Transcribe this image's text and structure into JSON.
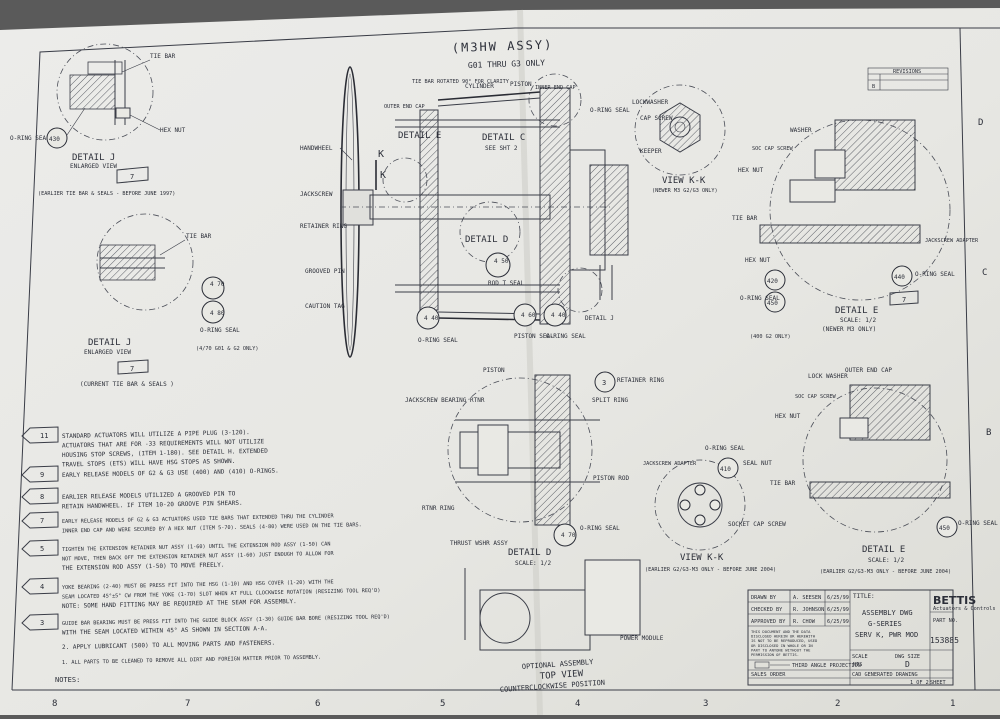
{
  "title": {
    "main": "(M3HW ASSY)",
    "sub": "G01 THRU G3 ONLY"
  },
  "revisions_header": "REVISIONS",
  "labels": {
    "tie_bar_top": "TIE BAR",
    "tie_bar_rotated": "TIE BAR ROTATED 90° FOR CLARITY",
    "cylinder": "CYLINDER",
    "piston": "PISTON",
    "inner_end_cap": "INNER END CAP",
    "outer_end_cap": "OUTER END CAP",
    "detail_e_main": "DETAIL E",
    "detail_c": "DETAIL C",
    "see_sht2": "SEE SHT 2",
    "handwheel": "HANDWHEEL",
    "jackscrew": "JACKSCREW",
    "retainer_ring": "RETAINER RING",
    "grooved_pin": "GROOVED PIN",
    "caution_tag": "CAUTION TAG",
    "detail_d_main": "DETAIL D",
    "rod_t_seal": "ROD T SEAL",
    "oring_seal": "O-RING SEAL",
    "piston_seal": "PISTON SEAL",
    "detail_j_right": "DETAIL J",
    "hex_nut": "HEX NUT",
    "k_mark": "K",
    "dj_enlarged_a": "DETAIL J",
    "dj_enlarged_a_sub": "ENLARGED VIEW",
    "dj_a_note": "(EARLIER TIE BAR & SEALS - BEFORE JUNE 1997)",
    "tie_bar_2": "TIE BAR",
    "dj_b": "DETAIL J",
    "dj_b_sub": "ENLARGED VIEW",
    "dj_b_note": "(CURRENT TIE BAR & SEALS )",
    "dj_b_oring": "O-RING SEAL",
    "dj_b_oring_sub": "(4/70 G01 & G2 ONLY)",
    "vk_lockwasher": "LOCKWASHER",
    "vk_cap_screw": "CAP SCREW",
    "vk_keeper": "KEEPER",
    "vk_title": "VIEW K-K",
    "vk_note": "(NEWER M3 G2/G3 ONLY)",
    "de_washer": "WASHER",
    "de_soc_cap": "SOC CAP SCREW",
    "de_hex_nut": "HEX NUT",
    "de_tie_bar": "TIE BAR",
    "de_jackscrew_adapter": "JACKSCREW ADAPTER",
    "de_hex_nut2": "HEX NUT",
    "de_oring": "O-RING SEAL",
    "de_oring_r": "O-RING SEAL",
    "de_title": "DETAIL E",
    "de_scale": "SCALE: 1/2",
    "de_note": "(NEWER M3 ONLY)",
    "de_g2_only": "(400 G2 ONLY)",
    "dd_piston": "PISTON",
    "dd_retainer_ring": "RETAINER RING",
    "dd_split_ring": "SPLIT RING",
    "dd_jackscrew_bearing": "JACKSCREW BEARING RTNR",
    "dd_piston_rod": "PISTON ROD",
    "dd_rtnr_ring": "RTNR RING",
    "dd_thrust": "THRUST WSHR ASSY",
    "dd_oring": "O-RING SEAL",
    "dd_title": "DETAIL D",
    "dd_scale": "SCALE: 1/2",
    "vk2_oring": "O-RING SEAL",
    "vk2_jackscrew_adapter": "JACKSCREW ADAPTER",
    "vk2_seal_nut": "SEAL NUT",
    "vk2_socket": "SOCKET CAP SCREW",
    "vk2_title": "VIEW K-K",
    "vk2_note": "(EARLIER G2/G3-M3 ONLY - BEFORE JUNE 2004)",
    "de2_lock_washer": "LOCK WASHER",
    "de2_outer_end_cap": "OUTER END CAP",
    "de2_soc_cap": "SOC CAP SCREW",
    "de2_hex_nut": "HEX NUT",
    "de2_tie_bar": "TIE BAR",
    "de2_oring": "O-RING SEAL",
    "de2_title": "DETAIL E",
    "de2_scale": "SCALE: 1/2",
    "de2_note": "(EARLIER G2/G3-M3 ONLY - BEFORE JUNE 2004)",
    "power_module": "POWER MODULE",
    "optional_assembly": "OPTIONAL ASSEMBLY",
    "top_view": "TOP VIEW",
    "ccw_position": "COUNTERCLOCKWISE POSITION"
  },
  "balloons": {
    "b430": "430",
    "b7_a": "7",
    "b4_70": "4 70",
    "b4_80": "4 80",
    "b7_b": "7",
    "b4_50": "4 50",
    "b4_40": "4 40",
    "b4_60": "4 60",
    "b4_40b": "4 40",
    "b420": "420",
    "b450": "450",
    "b440": "440",
    "b7_c": "7",
    "b3": "3",
    "b4_70b": "4 70",
    "b410": "410",
    "b450b": "450"
  },
  "notes": [
    {
      "num": "11",
      "text": [
        "STANDARD ACTUATORS WILL UTILIZE A PIPE PLUG (3-120).",
        "ACTUATORS THAT ARE FOR -33 REQUIREMENTS WILL NOT UTILIZE",
        "HOUSING STOP SCREWS, (ITEM 1-180). SEE DETAIL H. EXTENDED",
        "TRAVEL STOPS (ETS) WILL HAVE HSG STOPS AS SHOWN."
      ]
    },
    {
      "num": "9",
      "text": [
        "EARLY RELEASE MODELS OF G2 & G3 USE (400) AND (410) O-RINGS."
      ]
    },
    {
      "num": "8",
      "text": [
        "EARLIER RELEASE MODELS UTILIZED A GROOVED PIN TO",
        "RETAIN HANDWHEEL. IF ITEM 10-20 GROOVE PIN SHEARS."
      ]
    },
    {
      "num": "7",
      "text": [
        "EARLY RELEASE MODELS OF G2 & G3 ACTUATORS USED TIE BARS THAT EXTENDED THRU THE CYLINDER",
        "INNER END CAP AND WERE SECURED BY A HEX NUT (ITEM 5-70). SEALS (4-80) WERE USED ON THE TIE BARS."
      ]
    },
    {
      "num": "5",
      "text": [
        "TIGHTEN THE EXTENSION RETAINER NUT ASSY (1-60) UNTIL THE EXTENSION ROD ASSY (1-50) CAN",
        "NOT MOVE, THEN BACK OFF THE EXTENSION RETAINER NUT ASSY (1-60) JUST ENOUGH TO ALLOW FOR",
        "THE EXTENSION ROD ASSY (1-50) TO MOVE FREELY."
      ]
    },
    {
      "num": "4",
      "text": [
        "YOKE BEARING (2-40) MUST BE PRESS FIT INTO THE HSG (1-10) AND HSG COVER (1-20) WITH THE",
        "SEAM LOCATED 45°±5° CW FROM THE YOKE (1-70) SLOT WHEN AT FULL CLOCKWISE ROTATION (RESIZING TOOL REQ'D)",
        "NOTE: SOME HAND FITTING MAY BE REQUIRED AT THE SEAM FOR ASSEMBLY."
      ]
    },
    {
      "num": "3",
      "text": [
        "GUIDE BAR BEARING MUST BE PRESS FIT INTO THE GUIDE BLOCK ASSY (1-30) GUIDE BAR BORE (RESIZING TOOL REQ'D)",
        "WITH THE SEAM LOCATED WITHIN 45° AS SHOWN IN SECTION A-A."
      ]
    },
    {
      "num": "",
      "text": [
        "2. APPLY LUBRICANT (500) TO ALL MOVING PARTS AND FASTENERS."
      ]
    },
    {
      "num": "",
      "text": [
        "1. ALL PARTS TO BE CLEANED TO REMOVE ALL DIRT AND FOREIGN MATTER PRIOR TO ASSEMBLY."
      ]
    }
  ],
  "notes_heading": "NOTES:",
  "title_block": {
    "drawn_by": "DRAWN BY",
    "drawn_name": "A. SEESEN",
    "drawn_date": "6/25/99",
    "checked_by": "CHECKED BY",
    "checked_name": "R. JOHNSON",
    "checked_date": "6/25/99",
    "approved_by": "APPROVED BY",
    "approved_name": "R. CHOW",
    "approved_date": "6/25/99",
    "title_label": "TITLE:",
    "title_line1": "ASSEMBLY DWG",
    "title_line2": "G-SERIES",
    "title_line3": "SERV K, PWR MOD",
    "company": "BETTIS",
    "company_sub": "Actuators & Controls",
    "part_no_label": "PART NO.",
    "part_no": "153885",
    "scale_label": "SCALE",
    "scale_val": "NTS",
    "dwg_size_label": "DWG SIZE",
    "dwg_size": "D",
    "sheet_label": "SHEET",
    "sheet_val": "1 OF 2",
    "third_angle": "THIRD ANGLE PROJECTION",
    "cad_generated": "CAD GENERATED DRAWING",
    "sales_order": "SALES ORDER",
    "rev_letter": "B",
    "disclaimer": [
      "THIS DOCUMENT AND THE DATA",
      "DISCLOSED HEREIN OR HEREWITH",
      "IS NOT TO BE REPRODUCED, USED",
      "OR DISCLOSED IN WHOLE OR IN",
      "PART TO ANYONE WITHOUT THE",
      "PERMISSION OF BETTIS."
    ]
  },
  "border": {
    "bottom": [
      "8",
      "7",
      "6",
      "5",
      "4",
      "3",
      "2",
      "1"
    ],
    "right": [
      "D",
      "C",
      "B"
    ]
  }
}
